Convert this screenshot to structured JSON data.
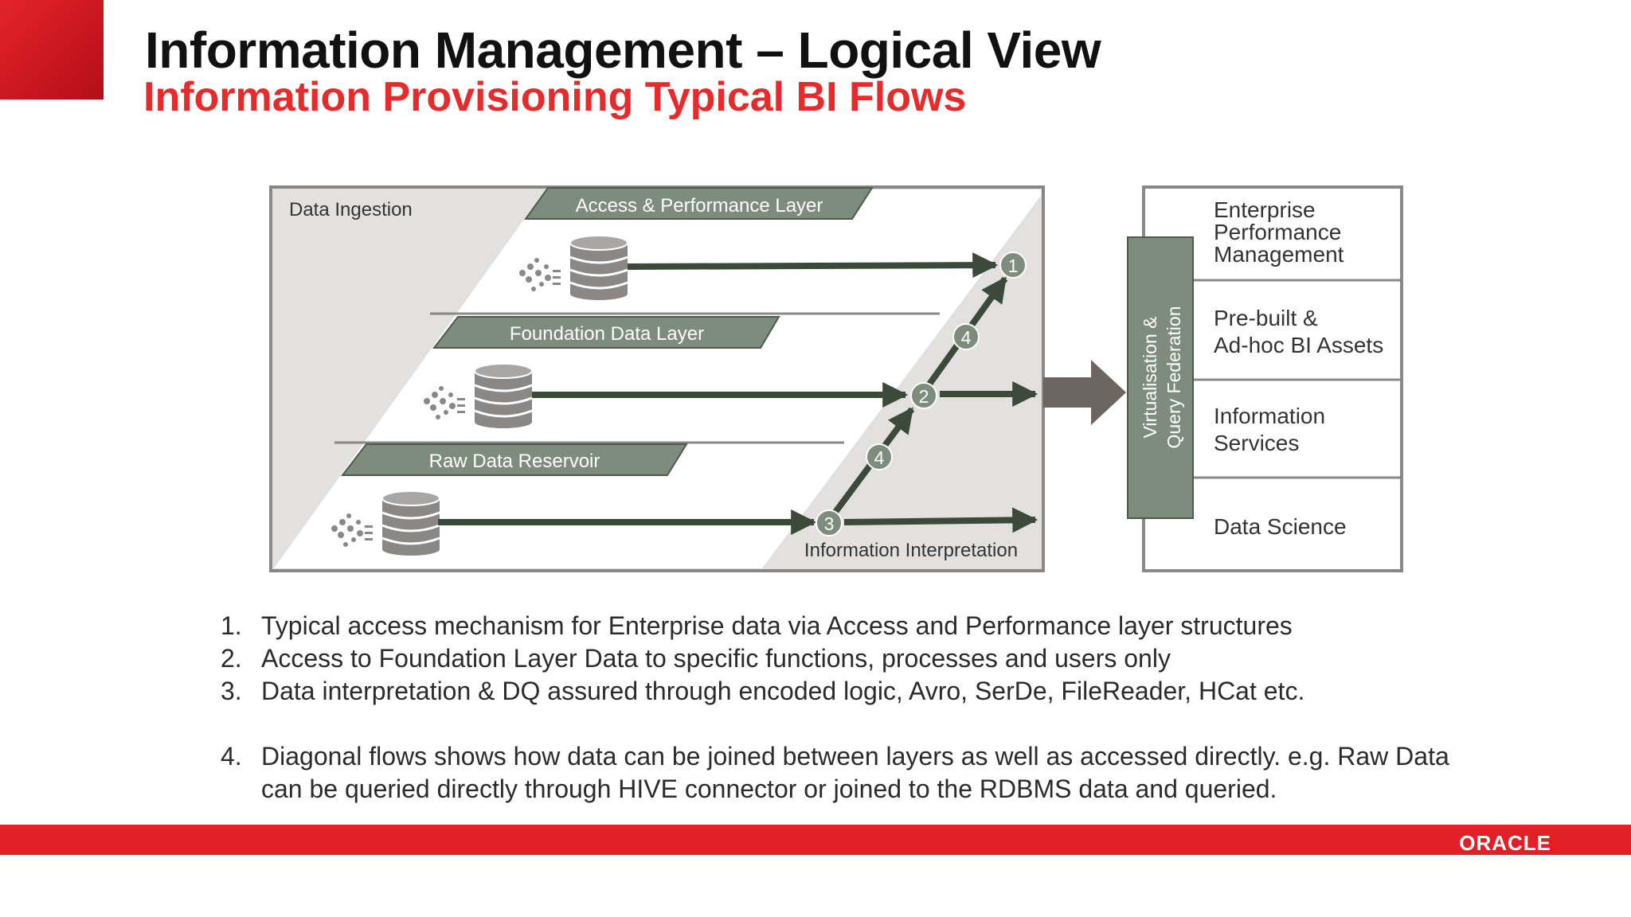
{
  "header": {
    "title": "Information Management – Logical View",
    "subtitle": "Information Provisioning Typical BI Flows"
  },
  "diagram": {
    "data_ingestion": "Data Ingestion",
    "layers": {
      "access": "Access & Performance Layer",
      "foundation": "Foundation Data Layer",
      "raw": "Raw Data Reservoir"
    },
    "interpretation": "Information Interpretation",
    "flow_markers": {
      "m1": "1",
      "m2": "2",
      "m3": "3",
      "m4_upper": "4",
      "m4_lower": "4"
    },
    "virtualisation_line1": "Virtualisation &",
    "virtualisation_line2": "Query Federation",
    "consumers": {
      "epm": [
        "Enterprise",
        "Performance",
        "Management"
      ],
      "bi": [
        "Pre-built &",
        "Ad-hoc BI Assets"
      ],
      "info": [
        "Information",
        "Services"
      ],
      "ds": "Data Science"
    },
    "colors": {
      "band": "#7d8c7c",
      "arrow": "#3b4a3a",
      "panel": "#e2e1df",
      "border": "#8a8886",
      "big_arrow": "#6d655f"
    }
  },
  "notes": [
    {
      "num": "1.",
      "lines": [
        "Typical access mechanism for Enterprise data via Access and Performance layer structures"
      ]
    },
    {
      "num": "2.",
      "lines": [
        "Access to Foundation Layer Data to specific functions, processes and users only"
      ]
    },
    {
      "num": "3.",
      "lines": [
        "Data interpretation & DQ assured through encoded logic, Avro, SerDe, FileReader, HCat etc."
      ]
    },
    {
      "num": "4.",
      "lines": [
        "Diagonal flows shows how data can be joined between layers as well as accessed directly.  e.g.  Raw Data",
        "can be queried directly through HIVE connector or joined to the RDBMS data and queried."
      ]
    }
  ],
  "footer": {
    "logo": "ORACLE"
  }
}
